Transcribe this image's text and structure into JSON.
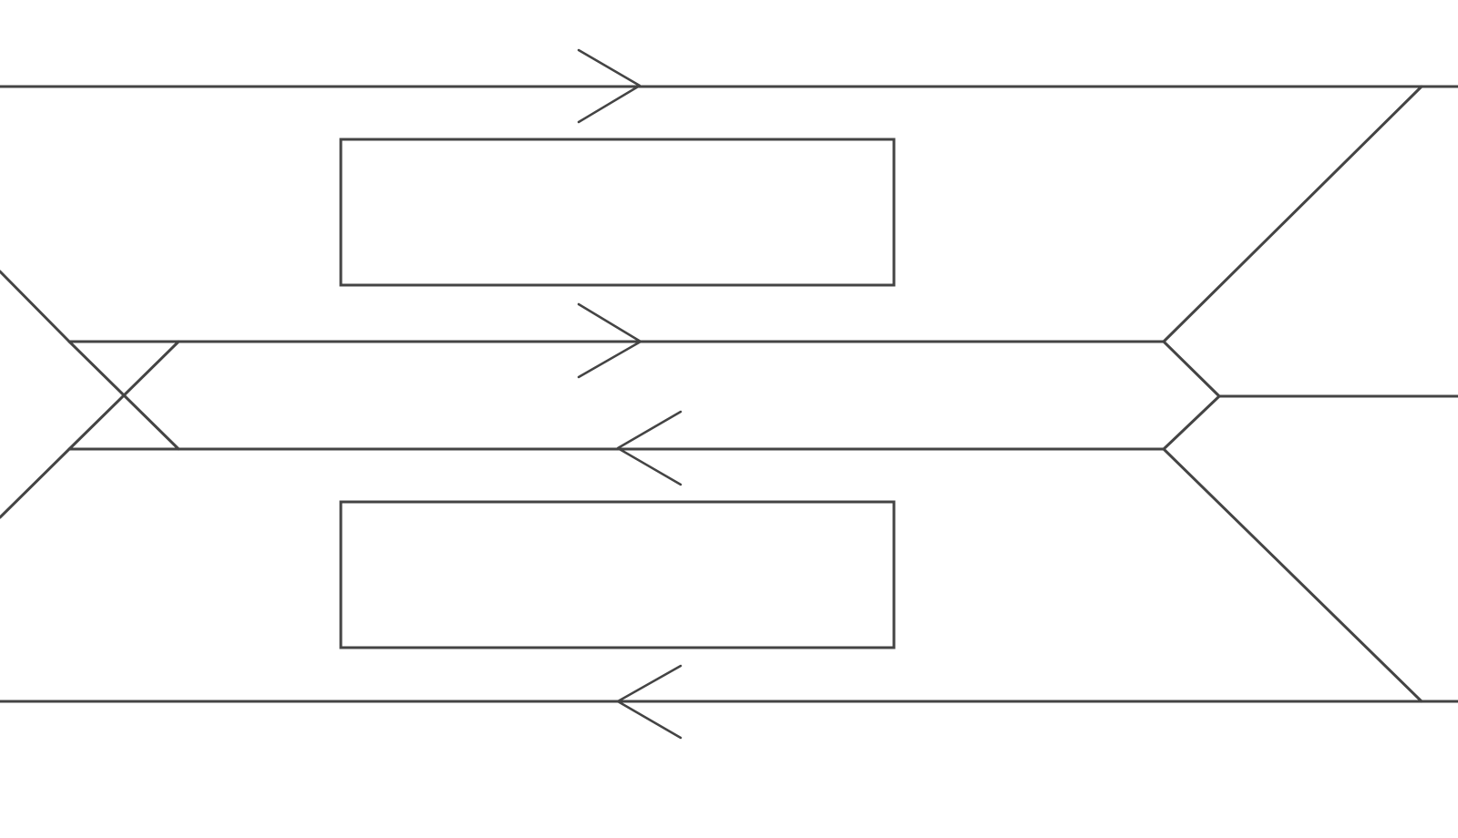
{
  "diagram": {
    "kind": "railway-track-layout",
    "colors": {
      "line": "#444444",
      "background": "#ffffff"
    },
    "tracks": [
      {
        "name": "track-1",
        "direction": "right"
      },
      {
        "name": "track-2",
        "direction": "right"
      },
      {
        "name": "track-3",
        "direction": "left"
      },
      {
        "name": "track-4",
        "direction": "left"
      }
    ],
    "platforms": [
      {
        "name": "platform-upper",
        "label": ""
      },
      {
        "name": "platform-lower",
        "label": ""
      }
    ]
  }
}
